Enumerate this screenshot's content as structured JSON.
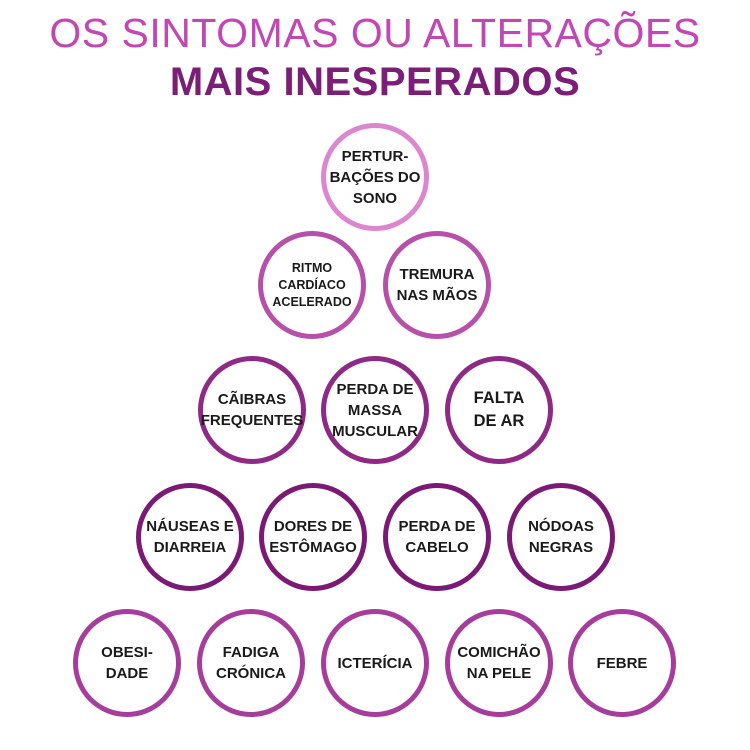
{
  "heading": {
    "line1": "OS SINTOMAS OU ALTERAÇÕES",
    "line2": "MAIS INESPERADOS"
  },
  "colors": {
    "title_light": "#c247b4",
    "title_dark": "#7c1d78",
    "ring_top": "#dd86d0",
    "ring_row2": "#b650a8",
    "ring_row3": "#8e2a86",
    "ring_row4": "#7a1a74",
    "ring_row5": "#a63d9c"
  },
  "symptoms": {
    "perturbacoes_sono": "PERTUR-\nBAÇÕES DO\nSONO",
    "ritmo_cardiaco": "RITMO\nCARDÍACO\nACELERADO",
    "tremura_maos": "TREMURA\nNAS MÃOS",
    "caibras": "CÃIBRAS\nFREQUENTES",
    "perda_massa": "PERDA DE\nMASSA\nMUSCULAR",
    "falta_ar": "FALTA\nDE AR",
    "nauseas": "NÁUSEAS E\nDIARREIA",
    "dores_estomago": "DORES DE\nESTÔMAGO",
    "perda_cabelo": "PERDA DE\nCABELO",
    "nodoas": "NÓDOAS\nNEGRAS",
    "obesidade": "OBESI-\nDADE",
    "fadiga": "FADIGA\nCRÓNICA",
    "ictericia": "ICTERÍCIA",
    "comichao": "COMICHÃO\nNA PELE",
    "febre": "FEBRE"
  }
}
